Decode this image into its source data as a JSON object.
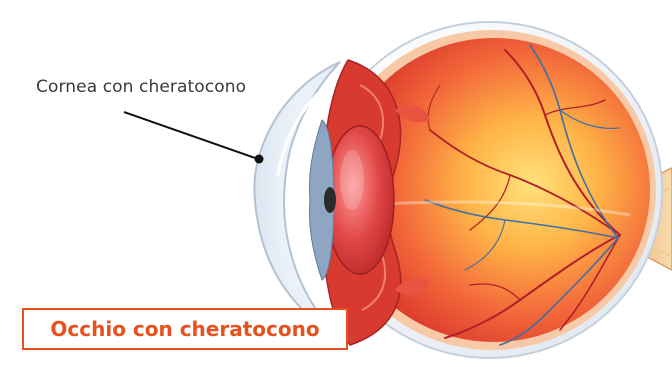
{
  "labels": {
    "cornea_callout": "Cornea con cheratocono",
    "title": "Occhio con cheratocono"
  },
  "colors": {
    "accent": "#e8501e",
    "label_text": "#3a3a3a",
    "sclera": "#f3f6fa",
    "retina": "#e8462e",
    "fundus_glow": "#ffd26a",
    "optic_nerve": "#f2c08a",
    "iris": "#8ea6c2",
    "lens": "#d83a3a"
  },
  "icons": {
    "callout_marker": "dot"
  }
}
